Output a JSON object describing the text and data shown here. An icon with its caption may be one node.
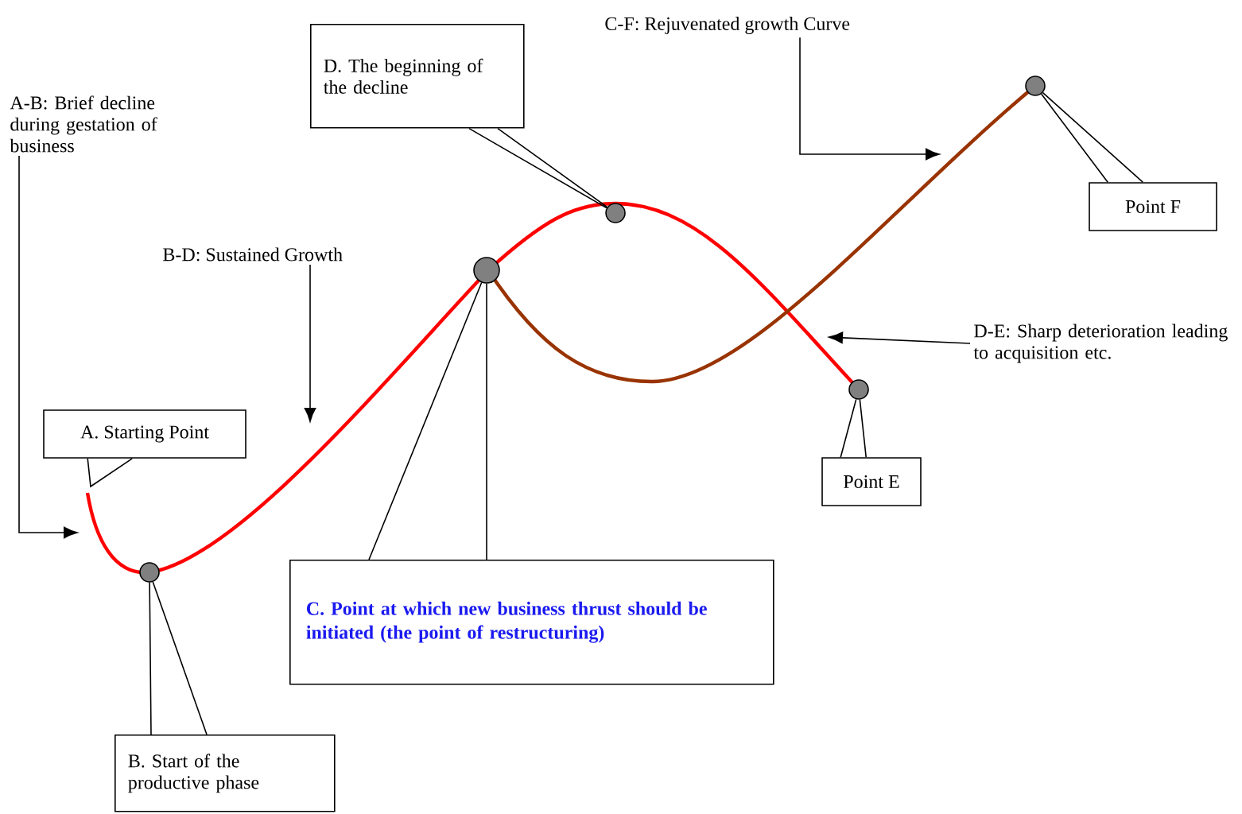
{
  "diagram": {
    "nodes": [
      {
        "text": [
          "A-B: Brief decline during gestation of business"
        ]
      },
      {
        "text": [
          "B-D: Sustained Growth"
        ]
      },
      {
        "text": [
          "D. The beginning of the decline"
        ]
      },
      {
        "text": [
          "C-F: Rejuvenated growth Curve"
        ]
      },
      {
        "text": [
          "Point F"
        ]
      },
      {
        "text": [
          "D-E: Sharp deterioration leading to acquisition etc."
        ]
      },
      {
        "text": [
          "A. Starting Point"
        ]
      },
      {
        "text": [
          "Point E"
        ]
      },
      {
        "text": [
          "C. Point at which new business thrust should be initiated (the point of restructuring)"
        ]
      },
      {
        "text": [
          "B. Start of the productive phase"
        ]
      },
      {
        "text": [],
        "shape": "circle"
      },
      {
        "text": [],
        "shape": "circle"
      },
      {
        "text": [],
        "shape": "circle"
      },
      {
        "text": [],
        "shape": "circle"
      },
      {
        "text": [],
        "shape": "circle"
      }
    ],
    "edges": [
      {
        "from": 0,
        "to": null,
        "arrow": "to"
      },
      {
        "from": 1,
        "to": null,
        "arrow": "to"
      },
      {
        "from": 3,
        "to": null,
        "arrow": "to"
      },
      {
        "from": 5,
        "to": null,
        "arrow": "to"
      },
      {
        "from": 2,
        "to": 10,
        "arrow": "none"
      },
      {
        "from": 4,
        "to": 12,
        "arrow": "none"
      },
      {
        "from": 6,
        "to": null,
        "arrow": "none"
      },
      {
        "from": 7,
        "to": 13,
        "arrow": "none"
      },
      {
        "from": 8,
        "to": 11,
        "arrow": "none"
      },
      {
        "from": 9,
        "to": 14,
        "arrow": "none"
      }
    ]
  }
}
